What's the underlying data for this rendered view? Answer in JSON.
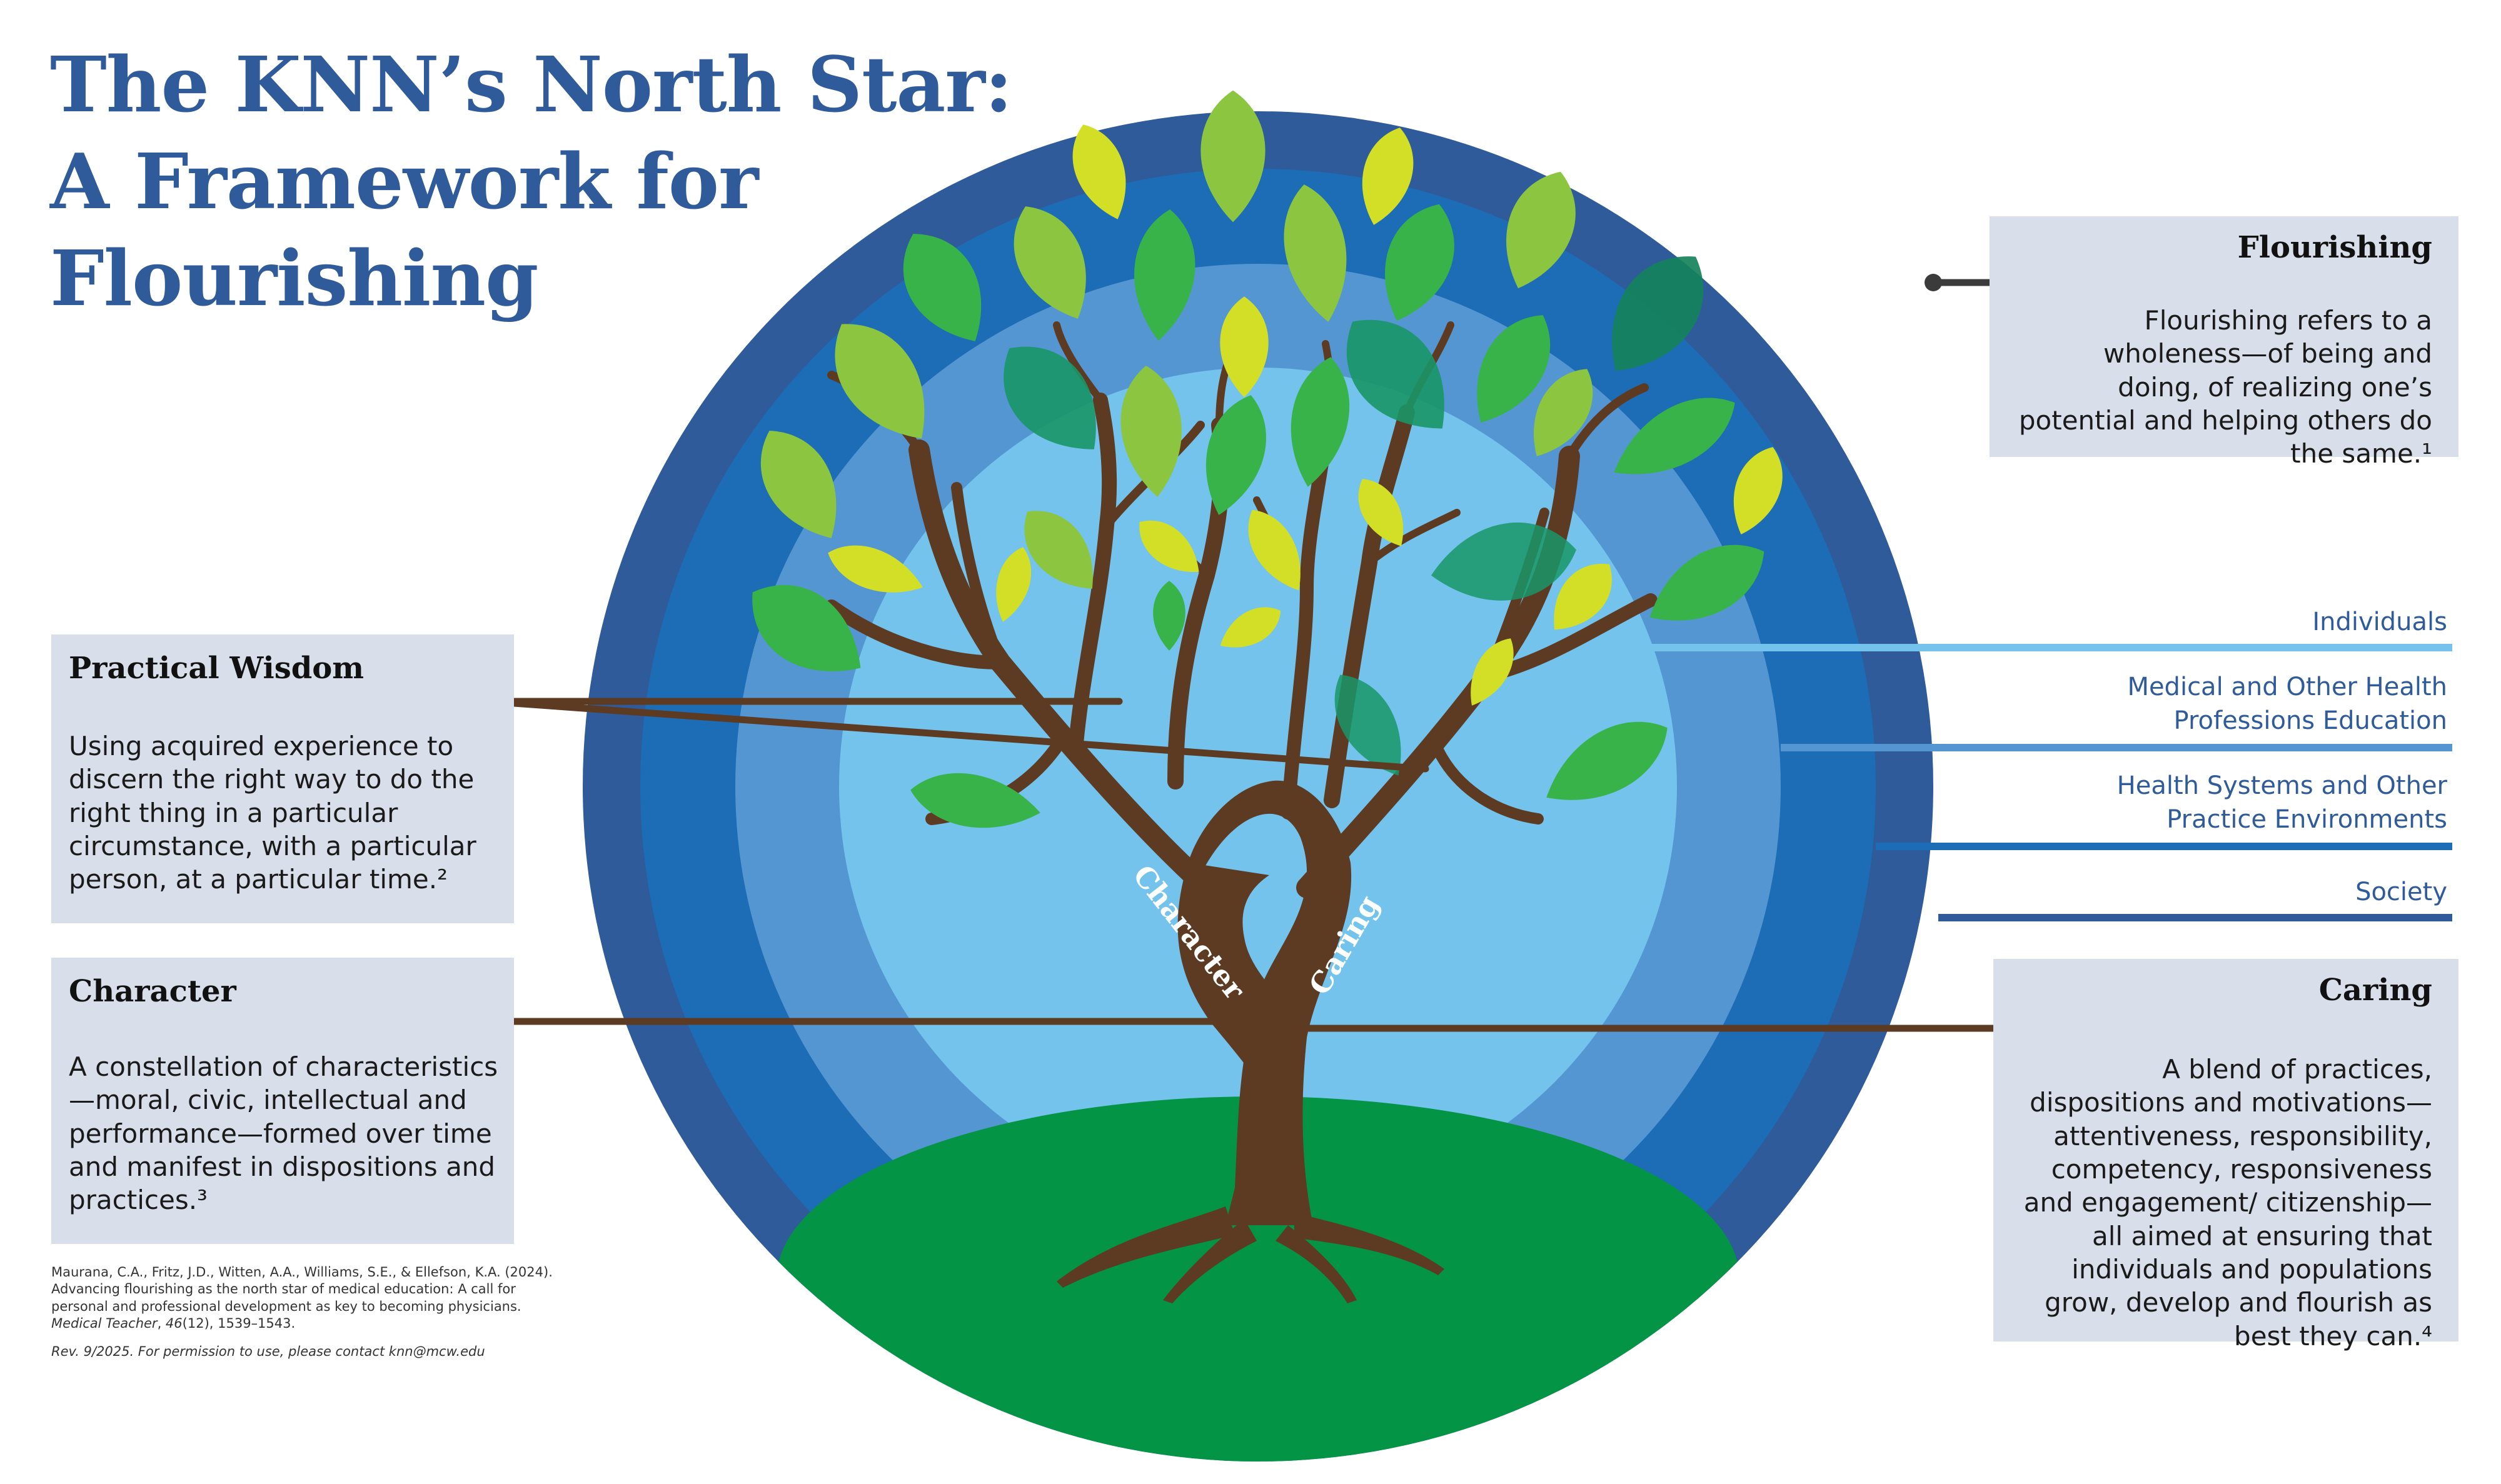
{
  "title": {
    "line1": "The KNN’s North Star:",
    "line2": "A Framework for",
    "line3": "Flourishing"
  },
  "trunk_labels": {
    "left": "Character",
    "right": "Caring"
  },
  "flourishing": {
    "heading": "Flourishing",
    "text": "Flourishing refers to a wholeness—of being and doing, of realizing one’s potential and helping others do the same.¹"
  },
  "practical_wisdom": {
    "heading": "Practical Wisdom",
    "text": "Using acquired experience to discern the right way to do the right thing in a particular circumstance, with a particular person, at a particular time.²"
  },
  "character": {
    "heading": "Character",
    "text": "A constellation of characteristics —moral, civic, intellectual and performance—formed over time and manifest in dispositions and practices.³"
  },
  "caring": {
    "heading": "Caring",
    "text": "A blend of practices, dispositions and motivations—attentiveness, responsibility, competency, responsiveness and engagement/ citizenship—all aimed at ensuring that individuals and populations grow, develop and flourish as best they can.⁴"
  },
  "layers": [
    {
      "label_line1": "Individuals",
      "label_line2": "",
      "color": "#73c3ec"
    },
    {
      "label_line1": "Medical and Other Health",
      "label_line2": "Professions Education",
      "color": "#5496d2"
    },
    {
      "label_line1": "Health Systems and Other",
      "label_line2": "Practice Environments",
      "color": "#1c6db5"
    },
    {
      "label_line1": "Society",
      "label_line2": "",
      "color": "#2f5b9b"
    }
  ],
  "citation": {
    "line1": "Maurana, C.A., Fritz, J.D., Witten, A.A., Williams, S.E., & Ellefson, K.A. (2024).",
    "line2": "Advancing flourishing as the north star of medical education: A call for",
    "line3": "personal and professional development as key to becoming physicians.",
    "journal": "Medical Teacher",
    "volume": "46",
    "rest": "(12), 1539–1543.",
    "revision": "Rev. 9/2025. For permission to use, please contact knn@mcw.edu"
  },
  "colors": {
    "title": "#2f5b9b",
    "box": "#d8dfea",
    "trunk": "#5d3a22",
    "ground": "#049445"
  }
}
